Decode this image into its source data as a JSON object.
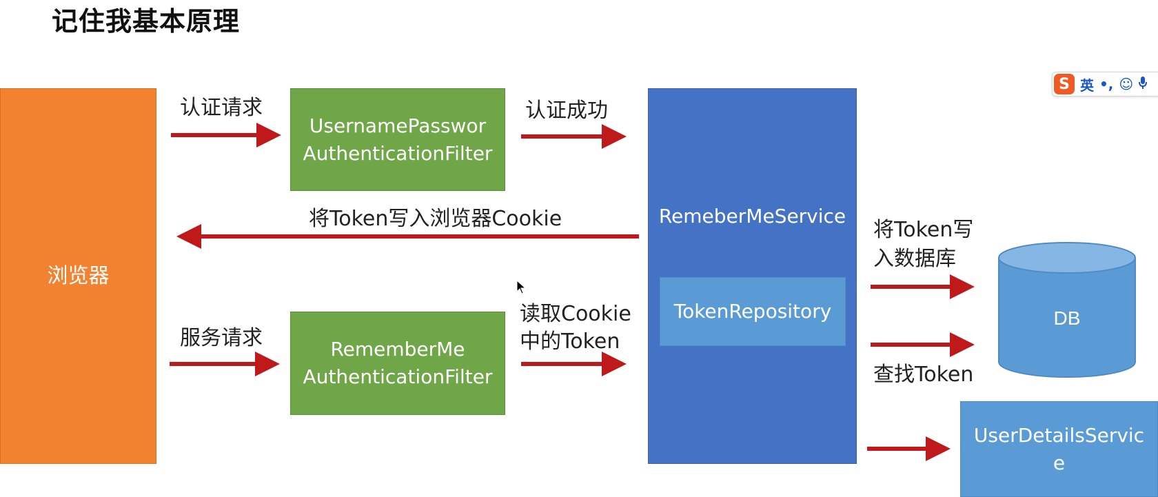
{
  "title": "记住我基本原理",
  "boxes": {
    "browser": "浏览器",
    "username_filter_line1": "UsernamePasswor",
    "username_filter_line2": "AuthenticationFilter",
    "rememberme_filter_line1": "RememberMe",
    "rememberme_filter_line2": "AuthenticationFilter",
    "remember_service": "RemeberMeService",
    "token_repository": "TokenRepository",
    "db": "DB",
    "user_details_service": "UserDetailsService"
  },
  "labels": {
    "auth_request": "认证请求",
    "auth_success": "认证成功",
    "write_cookie": "将Token写入浏览器Cookie",
    "service_request": "服务请求",
    "read_cookie_line1": "读取Cookie",
    "read_cookie_line2": "中的Token",
    "write_db_line1": "将Token写",
    "write_db_line2": "入数据库",
    "find_token": "查找Token"
  },
  "ime_toolbar": {
    "logo": "S",
    "lang": "英",
    "punct": "•,",
    "emoji": "☺"
  },
  "colors": {
    "browser": "#f2822f",
    "filter": "#6fa748",
    "service": "#4472c4",
    "secondary_blue": "#5b9bd5",
    "arrow": "#c0191b"
  }
}
